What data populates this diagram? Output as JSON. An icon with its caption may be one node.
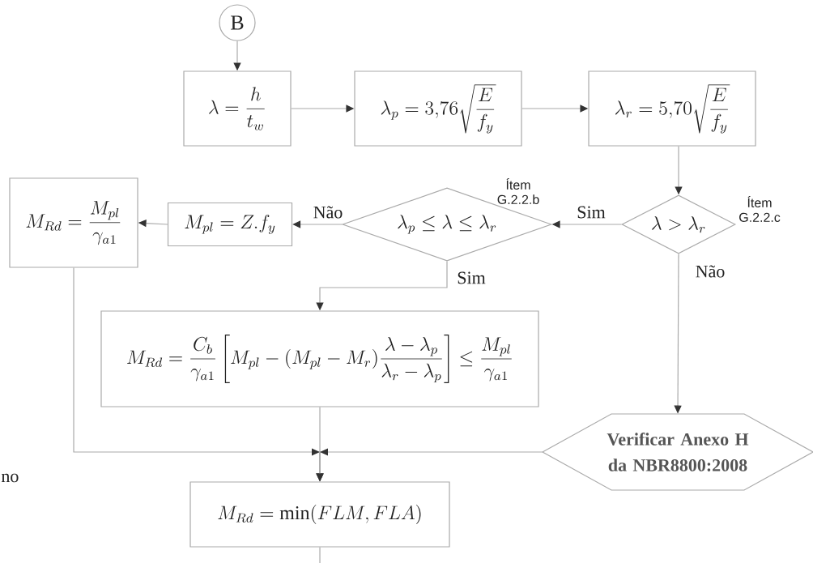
{
  "diagram": {
    "nodes": [
      {
        "text": [
          "B"
        ]
      },
      {
        "text": [
          "\\lambda = \\frac{h}{t_w}"
        ]
      },
      {
        "text": [
          "\\lambda_p = 3{,}76\\sqrt{\\frac{E}{f_y}}"
        ]
      },
      {
        "text": [
          "\\lambda_r = 5{,}70\\sqrt{\\frac{E}{f_y}}"
        ]
      },
      {
        "text": [
          "\\lambda > \\lambda_r"
        ],
        "beside": [
          "Ítem G.2.2.c"
        ]
      },
      {
        "text": [
          "\\lambda_p \\le \\lambda \\le \\lambda_r"
        ],
        "beside": [
          "Ítem G.2.2.b"
        ]
      },
      {
        "text": [
          "M_{pl} = Z.f_y"
        ]
      },
      {
        "text": [
          "M_{Rd} = \\frac{M_{pl}}{\\gamma_{a1}}"
        ]
      },
      {
        "text": [
          "M_{Rd} = \\frac{C_b}{\\gamma_{a1}}\\left[M_{pl} - (M_{pl} - M_r)\\frac{\\lambda - \\lambda_p}{\\lambda_r - \\lambda_p}\\right] \\le \\frac{M_{pl}}{\\gamma_{a1}}"
        ]
      },
      {
        "text": [
          "Verificar Anexo H da NBR8800:2008"
        ]
      },
      {
        "text": [
          "M_{Rd} = \\min(FLM, FLA)"
        ]
      }
    ],
    "edges": [
      {
        "from": 0,
        "to": 1,
        "arrow": "to"
      },
      {
        "from": 1,
        "to": 2,
        "arrow": "to"
      },
      {
        "from": 2,
        "to": 3,
        "arrow": "to"
      },
      {
        "from": 3,
        "to": 4,
        "arrow": "to"
      },
      {
        "from": 4,
        "to": 5,
        "arrow": "to",
        "label": "Sim"
      },
      {
        "from": 5,
        "to": 6,
        "arrow": "to",
        "label": "Não"
      },
      {
        "from": 6,
        "to": 7,
        "arrow": "to"
      },
      {
        "from": 5,
        "to": 8,
        "arrow": "to",
        "label": "Sim"
      },
      {
        "from": 4,
        "to": 9,
        "arrow": "to",
        "label": "Não"
      },
      {
        "from": 7,
        "to": 10,
        "arrow": "to"
      },
      {
        "from": 8,
        "to": 10,
        "arrow": "to"
      },
      {
        "from": 9,
        "to": 10,
        "arrow": "to"
      },
      {
        "from": 10,
        "to": null,
        "arrow": "none"
      }
    ],
    "labels": [
      "no"
    ]
  }
}
